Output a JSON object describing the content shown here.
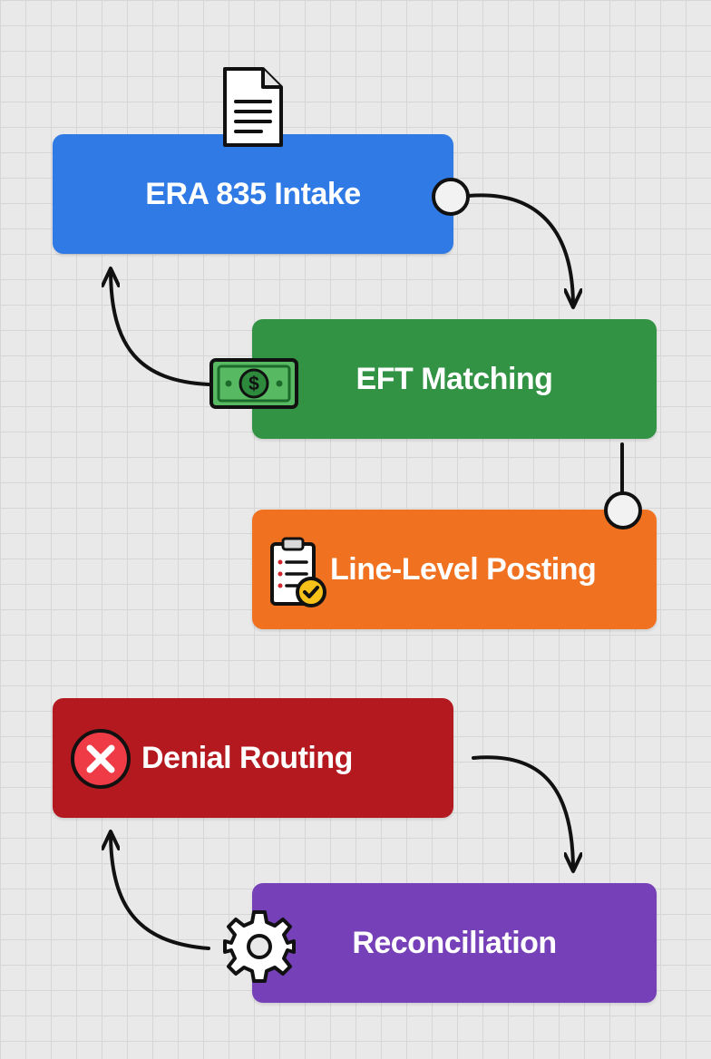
{
  "colors": {
    "intake": "#2f7ae5",
    "matching": "#329344",
    "posting": "#f07120",
    "denial": "#b4191f",
    "reconciliation": "#7540b8",
    "connector": "#111111"
  },
  "nodes": {
    "intake": {
      "label": "ERA 835 Intake",
      "icon": "document-icon"
    },
    "matching": {
      "label": "EFT Matching",
      "icon": "dollar-bill-icon"
    },
    "posting": {
      "label": "Line-Level Posting",
      "icon": "clipboard-check-icon"
    },
    "denial": {
      "label": "Denial Routing",
      "icon": "x-circle-icon"
    },
    "reconciliation": {
      "label": "Reconciliation",
      "icon": "gear-icon"
    }
  }
}
